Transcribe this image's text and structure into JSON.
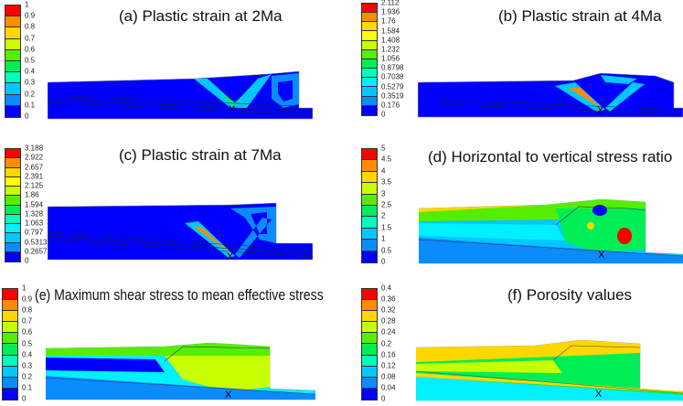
{
  "figure": {
    "panels": [
      {
        "id": "a",
        "title": "(a) Plastic strain at 2Ma",
        "legend": [
          "1",
          "0.9",
          "0.8",
          "0.7",
          "0.6",
          "0.5",
          "0.4",
          "0.3",
          "0.2",
          "0.1",
          "0"
        ],
        "marker": "X"
      },
      {
        "id": "b",
        "title": "(b) Plastic strain at 4Ma",
        "legend": [
          "2.112",
          "1.936",
          "1.76",
          "1.584",
          "1.408",
          "1.232",
          "1.056",
          "0.8798",
          "0.7038",
          "0.5279",
          "0.3519",
          "0.176",
          "0"
        ],
        "marker": "X"
      },
      {
        "id": "c",
        "title": "(c) Plastic strain at 7Ma",
        "legend": [
          "3.188",
          "2.922",
          "2.657",
          "2.391",
          "2.125",
          "1.86",
          "1.594",
          "1.328",
          "1.063",
          "0.797",
          "0.5313",
          "0.2657",
          "0"
        ],
        "marker": "X"
      },
      {
        "id": "d",
        "title": "(d) Horizontal to vertical stress ratio",
        "legend": [
          "5",
          "4.5",
          "4",
          "3.5",
          "3",
          "2.5",
          "2",
          "1.5",
          "1",
          "0.5",
          "0"
        ],
        "marker": "X"
      },
      {
        "id": "e",
        "title": "(e) Maximum shear stress to mean effective stress",
        "legend": [
          "1",
          "0.9",
          "0.8",
          "0.7",
          "0.6",
          "0.5",
          "0.4",
          "0.3",
          "0.2",
          "0.1",
          "0"
        ],
        "marker": "X"
      },
      {
        "id": "f",
        "title": "(f) Porosity values",
        "legend": [
          "0.4",
          "0.36",
          "0.32",
          "0.28",
          "0.24",
          "0.2",
          "0.16",
          "0.12",
          "0.08",
          "0.04",
          "0"
        ],
        "marker": "X"
      }
    ],
    "palette_high_to_low": [
      "#ff0000",
      "#ff8c00",
      "#ffd700",
      "#ffff00",
      "#c8ff00",
      "#55ee00",
      "#00ee55",
      "#00ffbb",
      "#00f0ff",
      "#00c8ff",
      "#0a8cff",
      "#0000ff"
    ]
  }
}
